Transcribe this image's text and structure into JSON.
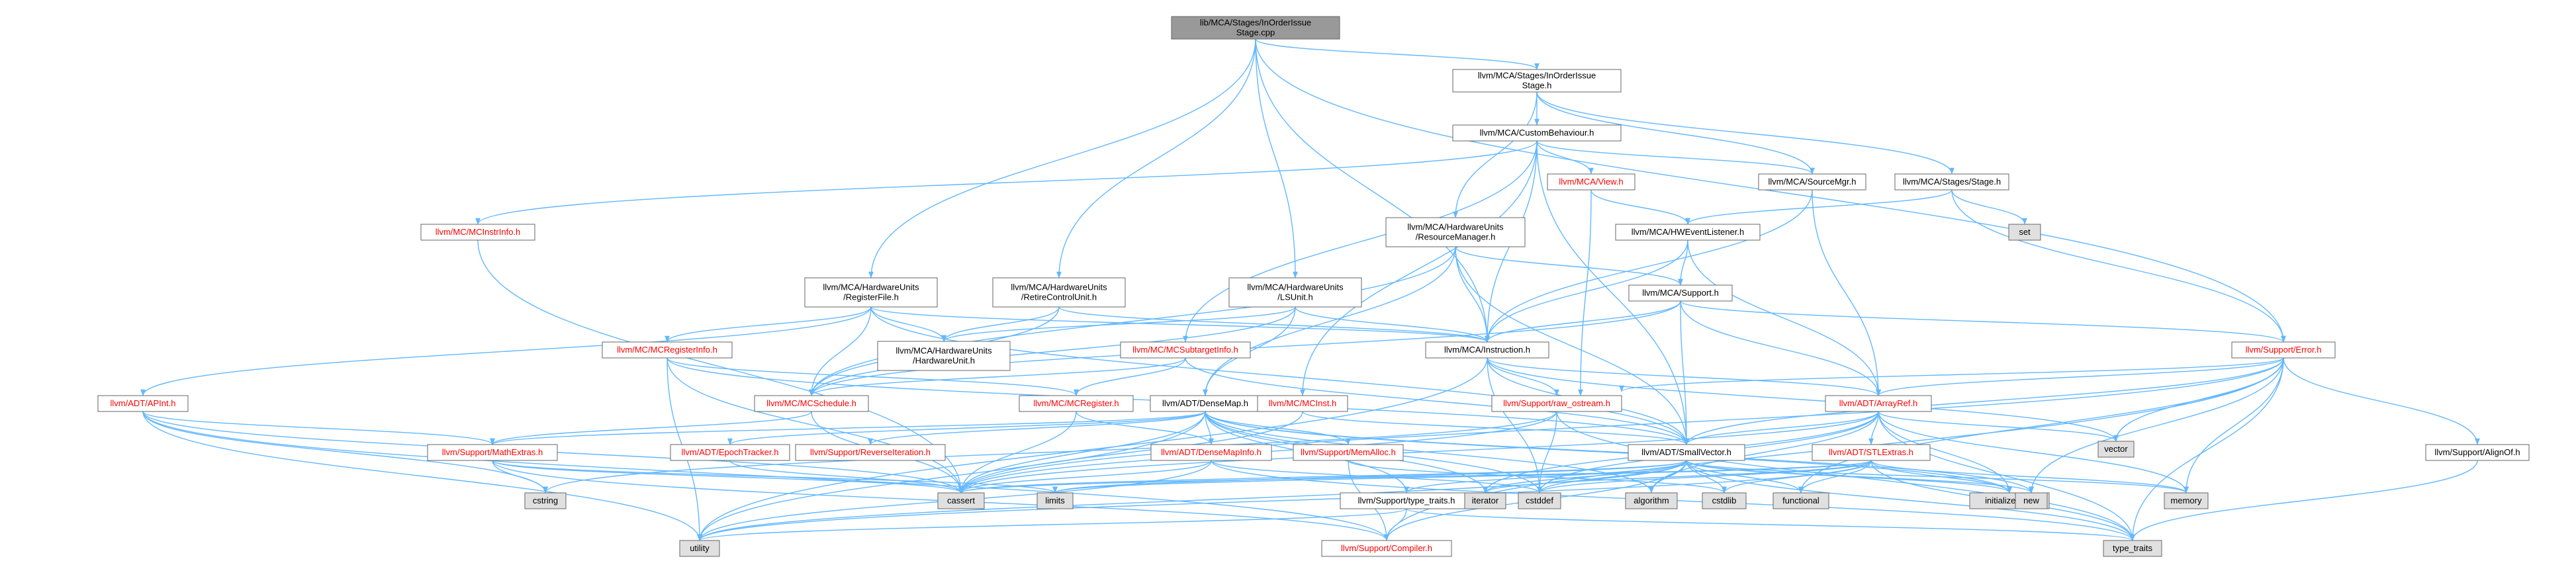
{
  "graph": {
    "root": "n0",
    "nodes": [
      {
        "id": "n0",
        "lines": [
          "lib/MCA/Stages/InOrderIssue",
          "Stage.cpp"
        ],
        "kind": "root"
      },
      {
        "id": "n1",
        "lines": [
          "llvm/MCA/Stages/InOrderIssue",
          "Stage.h"
        ],
        "kind": "normal"
      },
      {
        "id": "n2",
        "lines": [
          "llvm/MCA/CustomBehaviour.h"
        ],
        "kind": "normal"
      },
      {
        "id": "n3",
        "lines": [
          "llvm/MCA/View.h"
        ],
        "kind": "red"
      },
      {
        "id": "n4",
        "lines": [
          "llvm/MCA/SourceMgr.h"
        ],
        "kind": "normal"
      },
      {
        "id": "n5",
        "lines": [
          "llvm/MCA/Stages/Stage.h"
        ],
        "kind": "normal"
      },
      {
        "id": "n6",
        "lines": [
          "set"
        ],
        "kind": "std"
      },
      {
        "id": "n7",
        "lines": [
          "llvm/MC/MCInstrInfo.h"
        ],
        "kind": "red"
      },
      {
        "id": "n8",
        "lines": [
          "llvm/MCA/HardwareUnits",
          "/ResourceManager.h"
        ],
        "kind": "normal"
      },
      {
        "id": "n9",
        "lines": [
          "llvm/MCA/HWEventListener.h"
        ],
        "kind": "normal"
      },
      {
        "id": "n10",
        "lines": [
          "llvm/MCA/HardwareUnits",
          "/RegisterFile.h"
        ],
        "kind": "normal"
      },
      {
        "id": "n11",
        "lines": [
          "llvm/MCA/HardwareUnits",
          "/RetireControlUnit.h"
        ],
        "kind": "normal"
      },
      {
        "id": "n12",
        "lines": [
          "llvm/MCA/HardwareUnits",
          "/LSUnit.h"
        ],
        "kind": "normal"
      },
      {
        "id": "n13",
        "lines": [
          "llvm/MCA/Support.h"
        ],
        "kind": "normal"
      },
      {
        "id": "n14",
        "lines": [
          "llvm/Support/Error.h"
        ],
        "kind": "red"
      },
      {
        "id": "n15",
        "lines": [
          "llvm/MC/MCRegisterInfo.h"
        ],
        "kind": "red"
      },
      {
        "id": "n16",
        "lines": [
          "llvm/MCA/HardwareUnits",
          "/HardwareUnit.h"
        ],
        "kind": "normal"
      },
      {
        "id": "n17",
        "lines": [
          "llvm/MC/MCSubtargetInfo.h"
        ],
        "kind": "red"
      },
      {
        "id": "n18",
        "lines": [
          "llvm/MCA/Instruction.h"
        ],
        "kind": "normal"
      },
      {
        "id": "n19",
        "lines": [
          "llvm/ADT/APInt.h"
        ],
        "kind": "red"
      },
      {
        "id": "n20",
        "lines": [
          "llvm/MC/MCSchedule.h"
        ],
        "kind": "red"
      },
      {
        "id": "n21",
        "lines": [
          "llvm/MC/MCRegister.h"
        ],
        "kind": "red"
      },
      {
        "id": "n22",
        "lines": [
          "llvm/ADT/DenseMap.h"
        ],
        "kind": "normal"
      },
      {
        "id": "n23",
        "lines": [
          "llvm/MC/MCInst.h"
        ],
        "kind": "red"
      },
      {
        "id": "n24",
        "lines": [
          "llvm/Support/raw_ostream.h"
        ],
        "kind": "red"
      },
      {
        "id": "n25",
        "lines": [
          "llvm/ADT/ArrayRef.h"
        ],
        "kind": "red"
      },
      {
        "id": "n26",
        "lines": [
          "vector"
        ],
        "kind": "std"
      },
      {
        "id": "n27",
        "lines": [
          "llvm/Support/MathExtras.h"
        ],
        "kind": "red"
      },
      {
        "id": "n28",
        "lines": [
          "llvm/ADT/EpochTracker.h"
        ],
        "kind": "red"
      },
      {
        "id": "n29",
        "lines": [
          "llvm/Support/ReverseIteration.h"
        ],
        "kind": "red"
      },
      {
        "id": "n30",
        "lines": [
          "llvm/ADT/DenseMapInfo.h"
        ],
        "kind": "red"
      },
      {
        "id": "n31",
        "lines": [
          "llvm/Support/MemAlloc.h"
        ],
        "kind": "red"
      },
      {
        "id": "n32",
        "lines": [
          "llvm/ADT/SmallVector.h"
        ],
        "kind": "normal"
      },
      {
        "id": "n33",
        "lines": [
          "llvm/ADT/STLExtras.h"
        ],
        "kind": "red"
      },
      {
        "id": "n34",
        "lines": [
          "llvm/Support/AlignOf.h"
        ],
        "kind": "normal"
      },
      {
        "id": "n35",
        "lines": [
          "cstring"
        ],
        "kind": "std"
      },
      {
        "id": "n36",
        "lines": [
          "cassert"
        ],
        "kind": "std"
      },
      {
        "id": "n37",
        "lines": [
          "limits"
        ],
        "kind": "std"
      },
      {
        "id": "n38",
        "lines": [
          "llvm/Support/type_traits.h"
        ],
        "kind": "normal"
      },
      {
        "id": "n39",
        "lines": [
          "iterator"
        ],
        "kind": "std"
      },
      {
        "id": "n40",
        "lines": [
          "cstddef"
        ],
        "kind": "std"
      },
      {
        "id": "n41",
        "lines": [
          "algorithm"
        ],
        "kind": "std"
      },
      {
        "id": "n42",
        "lines": [
          "cstdlib"
        ],
        "kind": "std"
      },
      {
        "id": "n43",
        "lines": [
          "functional"
        ],
        "kind": "std"
      },
      {
        "id": "n44",
        "lines": [
          "initializer_list"
        ],
        "kind": "std"
      },
      {
        "id": "n45",
        "lines": [
          "new"
        ],
        "kind": "std"
      },
      {
        "id": "n46",
        "lines": [
          "memory"
        ],
        "kind": "std"
      },
      {
        "id": "n47",
        "lines": [
          "utility"
        ],
        "kind": "std"
      },
      {
        "id": "n48",
        "lines": [
          "llvm/Support/Compiler.h"
        ],
        "kind": "red"
      },
      {
        "id": "n49",
        "lines": [
          "type_traits"
        ],
        "kind": "std"
      }
    ],
    "edges": [
      [
        "n0",
        "n1"
      ],
      [
        "n0",
        "n10"
      ],
      [
        "n0",
        "n11"
      ],
      [
        "n0",
        "n12"
      ],
      [
        "n0",
        "n18"
      ],
      [
        "n0",
        "n14"
      ],
      [
        "n1",
        "n2"
      ],
      [
        "n1",
        "n4"
      ],
      [
        "n1",
        "n5"
      ],
      [
        "n1",
        "n8"
      ],
      [
        "n2",
        "n3"
      ],
      [
        "n2",
        "n4"
      ],
      [
        "n2",
        "n7"
      ],
      [
        "n2",
        "n18"
      ],
      [
        "n2",
        "n17"
      ],
      [
        "n2",
        "n23"
      ],
      [
        "n2",
        "n32"
      ],
      [
        "n3",
        "n9"
      ],
      [
        "n3",
        "n24"
      ],
      [
        "n4",
        "n18"
      ],
      [
        "n4",
        "n25"
      ],
      [
        "n5",
        "n9"
      ],
      [
        "n5",
        "n14"
      ],
      [
        "n5",
        "n6"
      ],
      [
        "n7",
        "n36"
      ],
      [
        "n8",
        "n13"
      ],
      [
        "n8",
        "n18"
      ],
      [
        "n8",
        "n20"
      ],
      [
        "n8",
        "n22"
      ],
      [
        "n8",
        "n32"
      ],
      [
        "n9",
        "n13"
      ],
      [
        "n9",
        "n18"
      ],
      [
        "n9",
        "n25"
      ],
      [
        "n10",
        "n15"
      ],
      [
        "n10",
        "n16"
      ],
      [
        "n10",
        "n18"
      ],
      [
        "n10",
        "n20"
      ],
      [
        "n10",
        "n19"
      ],
      [
        "n10",
        "n32"
      ],
      [
        "n11",
        "n16"
      ],
      [
        "n11",
        "n18"
      ],
      [
        "n11",
        "n20"
      ],
      [
        "n12",
        "n16"
      ],
      [
        "n12",
        "n18"
      ],
      [
        "n12",
        "n20"
      ],
      [
        "n12",
        "n22"
      ],
      [
        "n13",
        "n14"
      ],
      [
        "n13",
        "n18"
      ],
      [
        "n13",
        "n20"
      ],
      [
        "n13",
        "n25"
      ],
      [
        "n13",
        "n32"
      ],
      [
        "n14",
        "n24"
      ],
      [
        "n14",
        "n34"
      ],
      [
        "n14",
        "n26"
      ],
      [
        "n14",
        "n46"
      ],
      [
        "n14",
        "n45"
      ],
      [
        "n14",
        "n43"
      ],
      [
        "n14",
        "n49"
      ],
      [
        "n14",
        "n48"
      ],
      [
        "n14",
        "n36"
      ],
      [
        "n14",
        "n25"
      ],
      [
        "n14",
        "n32"
      ],
      [
        "n15",
        "n21"
      ],
      [
        "n15",
        "n36"
      ],
      [
        "n15",
        "n47"
      ],
      [
        "n15",
        "n32"
      ],
      [
        "n17",
        "n20"
      ],
      [
        "n17",
        "n21"
      ],
      [
        "n17",
        "n32"
      ],
      [
        "n18",
        "n24"
      ],
      [
        "n18",
        "n25"
      ],
      [
        "n18",
        "n32"
      ],
      [
        "n18",
        "n26"
      ],
      [
        "n18",
        "n40"
      ],
      [
        "n18",
        "n47"
      ],
      [
        "n19",
        "n27"
      ],
      [
        "n19",
        "n36"
      ],
      [
        "n19",
        "n35"
      ],
      [
        "n19",
        "n47"
      ],
      [
        "n19",
        "n48"
      ],
      [
        "n20",
        "n36"
      ],
      [
        "n20",
        "n27"
      ],
      [
        "n21",
        "n30"
      ],
      [
        "n21",
        "n36"
      ],
      [
        "n22",
        "n28"
      ],
      [
        "n22",
        "n29"
      ],
      [
        "n22",
        "n30"
      ],
      [
        "n22",
        "n31"
      ],
      [
        "n22",
        "n27"
      ],
      [
        "n22",
        "n38"
      ],
      [
        "n22",
        "n36"
      ],
      [
        "n22",
        "n39"
      ],
      [
        "n22",
        "n40"
      ],
      [
        "n22",
        "n41"
      ],
      [
        "n22",
        "n44"
      ],
      [
        "n22",
        "n45"
      ],
      [
        "n22",
        "n47"
      ],
      [
        "n23",
        "n32"
      ],
      [
        "n23",
        "n36"
      ],
      [
        "n24",
        "n36"
      ],
      [
        "n24",
        "n40"
      ],
      [
        "n24",
        "n49"
      ],
      [
        "n24",
        "n35"
      ],
      [
        "n25",
        "n33"
      ],
      [
        "n25",
        "n32"
      ],
      [
        "n25",
        "n26"
      ],
      [
        "n25",
        "n46"
      ],
      [
        "n25",
        "n49"
      ],
      [
        "n25",
        "n36"
      ],
      [
        "n25",
        "n39"
      ],
      [
        "n25",
        "n40"
      ],
      [
        "n25",
        "n41"
      ],
      [
        "n25",
        "n44"
      ],
      [
        "n27",
        "n36"
      ],
      [
        "n27",
        "n35"
      ],
      [
        "n27",
        "n37"
      ],
      [
        "n27",
        "n48"
      ],
      [
        "n28",
        "n36"
      ],
      [
        "n30",
        "n36"
      ],
      [
        "n30",
        "n40"
      ],
      [
        "n30",
        "n47"
      ],
      [
        "n30",
        "n49"
      ],
      [
        "n31",
        "n48"
      ],
      [
        "n31",
        "n42"
      ],
      [
        "n32",
        "n38"
      ],
      [
        "n32",
        "n36"
      ],
      [
        "n32",
        "n37"
      ],
      [
        "n32",
        "n39"
      ],
      [
        "n32",
        "n40"
      ],
      [
        "n32",
        "n41"
      ],
      [
        "n32",
        "n42"
      ],
      [
        "n32",
        "n43"
      ],
      [
        "n32",
        "n44"
      ],
      [
        "n32",
        "n45"
      ],
      [
        "n32",
        "n46"
      ],
      [
        "n32",
        "n47"
      ],
      [
        "n32",
        "n48"
      ],
      [
        "n32",
        "n49"
      ],
      [
        "n33",
        "n36"
      ],
      [
        "n33",
        "n39"
      ],
      [
        "n33",
        "n40"
      ],
      [
        "n33",
        "n42"
      ],
      [
        "n33",
        "n43"
      ],
      [
        "n33",
        "n44"
      ],
      [
        "n33",
        "n46"
      ],
      [
        "n33",
        "n49"
      ],
      [
        "n33",
        "n47"
      ],
      [
        "n33",
        "n37"
      ],
      [
        "n34",
        "n49"
      ],
      [
        "n38",
        "n47"
      ],
      [
        "n38",
        "n48"
      ],
      [
        "n38",
        "n49"
      ]
    ]
  },
  "colors": {
    "edge": "#63b8ff",
    "root_fill": "#999999",
    "node_fill": "#ffffff",
    "std_fill": "#e0e0e0",
    "text": "#000000",
    "red_text": "#ff0000",
    "border": "#666666"
  }
}
